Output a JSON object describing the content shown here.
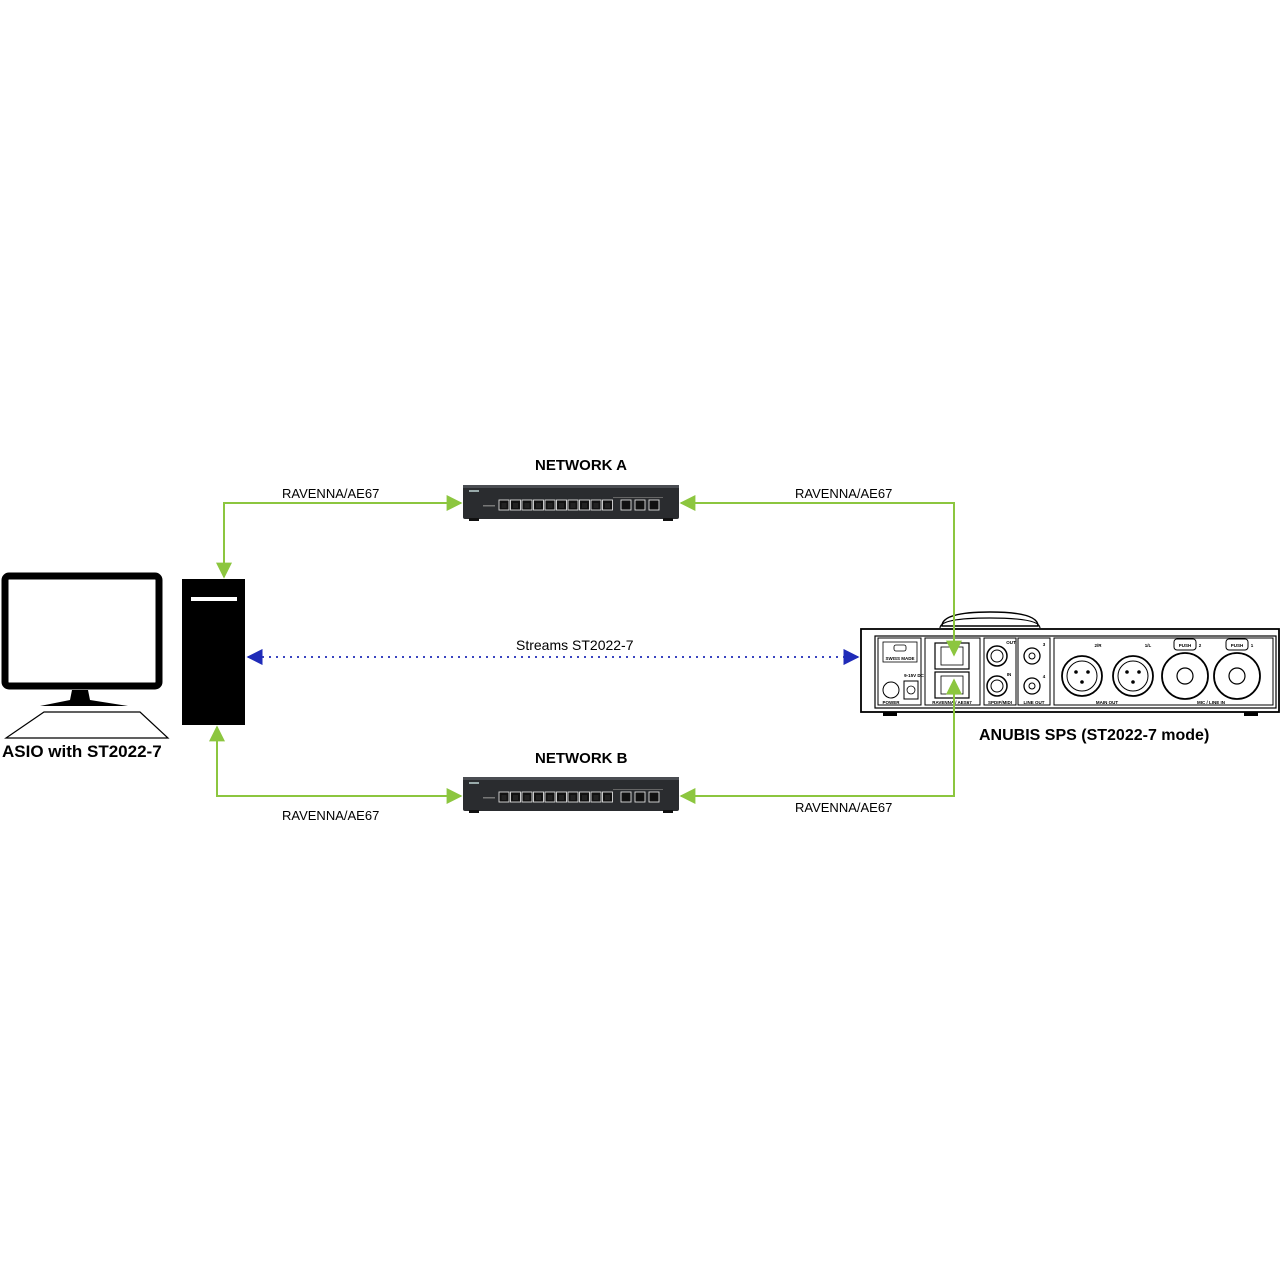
{
  "nodes": {
    "network_a": {
      "title": "NETWORK A"
    },
    "network_b": {
      "title": "NETWORK B"
    },
    "computer": {
      "caption": "ASIO with ST2022-7"
    },
    "device": {
      "caption": "ANUBIS SPS (ST2022-7 mode)",
      "panel_labels": {
        "swiss": "SWISS MADE",
        "power": "POWER",
        "dc": "9-15V DC",
        "ravenna": "RAVENNA / AES67",
        "spdif": "SPDIF/MIDI",
        "out": "OUT",
        "in": "IN",
        "line_out": "LINE OUT",
        "ch3": "3",
        "ch4": "4",
        "main_out": "MAIN OUT",
        "r": "2/R",
        "l": "1/L",
        "mic_line_in": "MIC / LINE IN",
        "push": "PUSH",
        "ch2": "2",
        "ch1": "1"
      }
    }
  },
  "edges": {
    "top_left": {
      "label": "RAVENNA/AE67"
    },
    "top_right": {
      "label": "RAVENNA/AE67"
    },
    "bottom_left": {
      "label": "RAVENNA/AE67"
    },
    "bottom_right": {
      "label": "RAVENNA/AE67"
    },
    "streams": {
      "label": "Streams ST2022-7"
    }
  },
  "colors": {
    "link": "#8cc63f",
    "stream": "#1f2bb8",
    "switch_body": "#2a2c2f"
  }
}
